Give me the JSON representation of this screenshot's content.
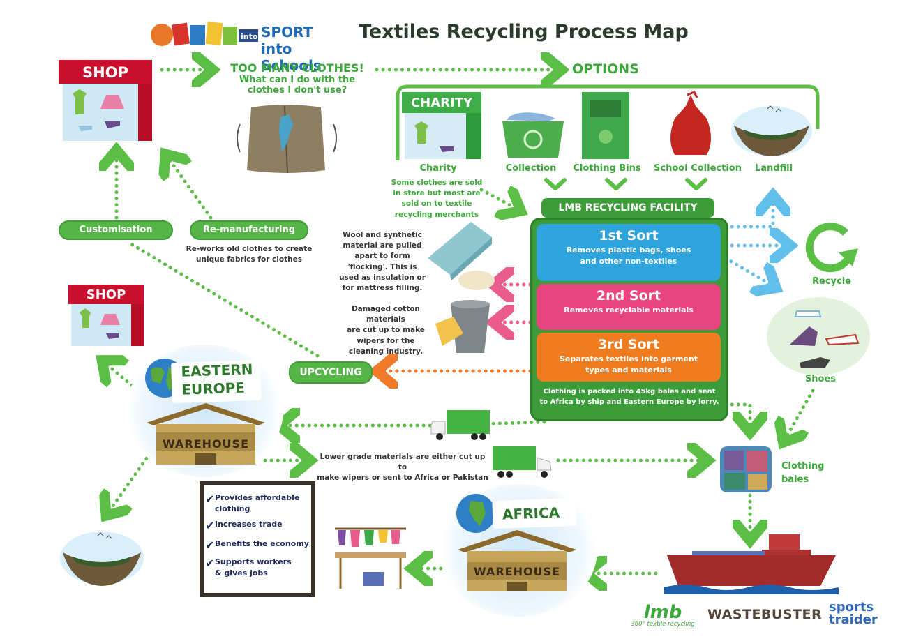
{
  "header": {
    "logo_text": "SPORT into Schools",
    "title": "Textiles Recycling Process Map"
  },
  "shop_top": {
    "label": "SHOP"
  },
  "shop_bottom": {
    "label": "SHOP"
  },
  "too_many": {
    "title": "TOO MANY CLOTHES!",
    "line1": "What can I do with the",
    "line2": "clothes I don't use?"
  },
  "options": {
    "title": "OPTIONS"
  },
  "charity_sign": {
    "label": "CHARITY"
  },
  "option_items": {
    "charity": "Charity",
    "collection": "Collection",
    "bins": "Clothing Bins",
    "school": "School Collection",
    "landfill": "Landfill"
  },
  "charity_note": {
    "l1": "Some clothes are sold",
    "l2": "in store but most are",
    "l3": "sold on to textile",
    "l4": "recycling merchants"
  },
  "facility": {
    "title": "LMB RECYCLING FACILITY"
  },
  "sorts": {
    "s1": {
      "title": "1st Sort",
      "l1": "Removes plastic bags, shoes",
      "l2": "and other non-textiles"
    },
    "s2": {
      "title": "2nd Sort",
      "l1": "Removes recyclable materials"
    },
    "s3": {
      "title": "3rd Sort",
      "l1": "Separates textiles into garment",
      "l2": "types and materials"
    },
    "pack": {
      "l1": "Clothing is packed into 45kg bales and sent",
      "l2": "to Africa by ship and Eastern Europe by lorry."
    }
  },
  "wool_note": {
    "l1": "Wool and synthetic",
    "l2": "material are pulled",
    "l3": "apart to form",
    "l4": "'flocking'. This is",
    "l5": "used as insulation or",
    "l6": "for mattress filling."
  },
  "cotton_note": {
    "l1": "Damaged cotton materials",
    "l2": "are cut up to make",
    "l3": "wipers for the",
    "l4": "cleaning industry."
  },
  "customisation": {
    "label": "Customisation"
  },
  "remanufacturing": {
    "label": "Re-manufacturing",
    "l1": "Re-works old clothes to create",
    "l2": "unique fabrics for clothes"
  },
  "upcycling": {
    "label": "UPCYCLING"
  },
  "recycle": {
    "label": "Recycle"
  },
  "shoes": {
    "label": "Shoes"
  },
  "bales": {
    "l1": "Clothing",
    "l2": "bales"
  },
  "eastern_europe": {
    "l1": "EASTERN",
    "l2": "EUROPE"
  },
  "africa": {
    "label": "AFRICA"
  },
  "warehouse_east": {
    "label": "WAREHOUSE"
  },
  "warehouse_africa": {
    "label": "WAREHOUSE"
  },
  "lower_grade": {
    "l1": "Lower grade materials are either cut up to",
    "l2": "make wipers or sent to Africa or Pakistan"
  },
  "checklist": {
    "i1a": "Provides affordable",
    "i1b": "clothing",
    "i2": "Increases trade",
    "i3": "Benefits the economy",
    "i4a": "Supports workers",
    "i4b": "& gives jobs"
  },
  "footer": {
    "lmb": "lmb",
    "lmb_sub": "360° textile recycling",
    "wastebuster": "WASTEBUSTER",
    "sports1": "sports",
    "sports2": "traider"
  },
  "colors": {
    "green": "#3ca83a",
    "blue_sort": "#2fa3dc",
    "pink_sort": "#e8457f",
    "orange_sort": "#ef7d1f",
    "facility_green": "#3c9c3a",
    "shop_red": "#c8102e"
  }
}
